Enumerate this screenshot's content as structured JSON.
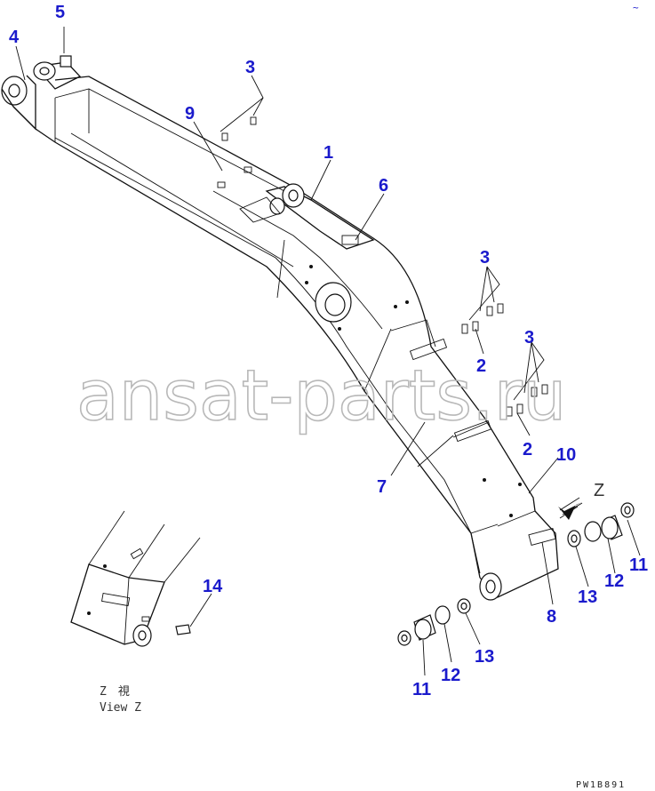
{
  "diagram": {
    "watermark": "ansat-parts.ru",
    "view_label_jp": "Z　視",
    "view_label_en": "View Z",
    "view_letter": "Z",
    "drawing_code": "PW1B891",
    "corner_mark": "~",
    "callouts": [
      {
        "id": "c5",
        "text": "5"
      },
      {
        "id": "c4",
        "text": "4"
      },
      {
        "id": "c3a",
        "text": "3"
      },
      {
        "id": "c9",
        "text": "9"
      },
      {
        "id": "c1",
        "text": "1"
      },
      {
        "id": "c6",
        "text": "6"
      },
      {
        "id": "c3b",
        "text": "3"
      },
      {
        "id": "c2a",
        "text": "2"
      },
      {
        "id": "c3c",
        "text": "3"
      },
      {
        "id": "c2b",
        "text": "2"
      },
      {
        "id": "c10",
        "text": "10"
      },
      {
        "id": "c7",
        "text": "7"
      },
      {
        "id": "c11a",
        "text": "11"
      },
      {
        "id": "c12a",
        "text": "12"
      },
      {
        "id": "c13a",
        "text": "13"
      },
      {
        "id": "c8",
        "text": "8"
      },
      {
        "id": "c13b",
        "text": "13"
      },
      {
        "id": "c12b",
        "text": "12"
      },
      {
        "id": "c11b",
        "text": "11"
      },
      {
        "id": "c14",
        "text": "14"
      }
    ]
  }
}
